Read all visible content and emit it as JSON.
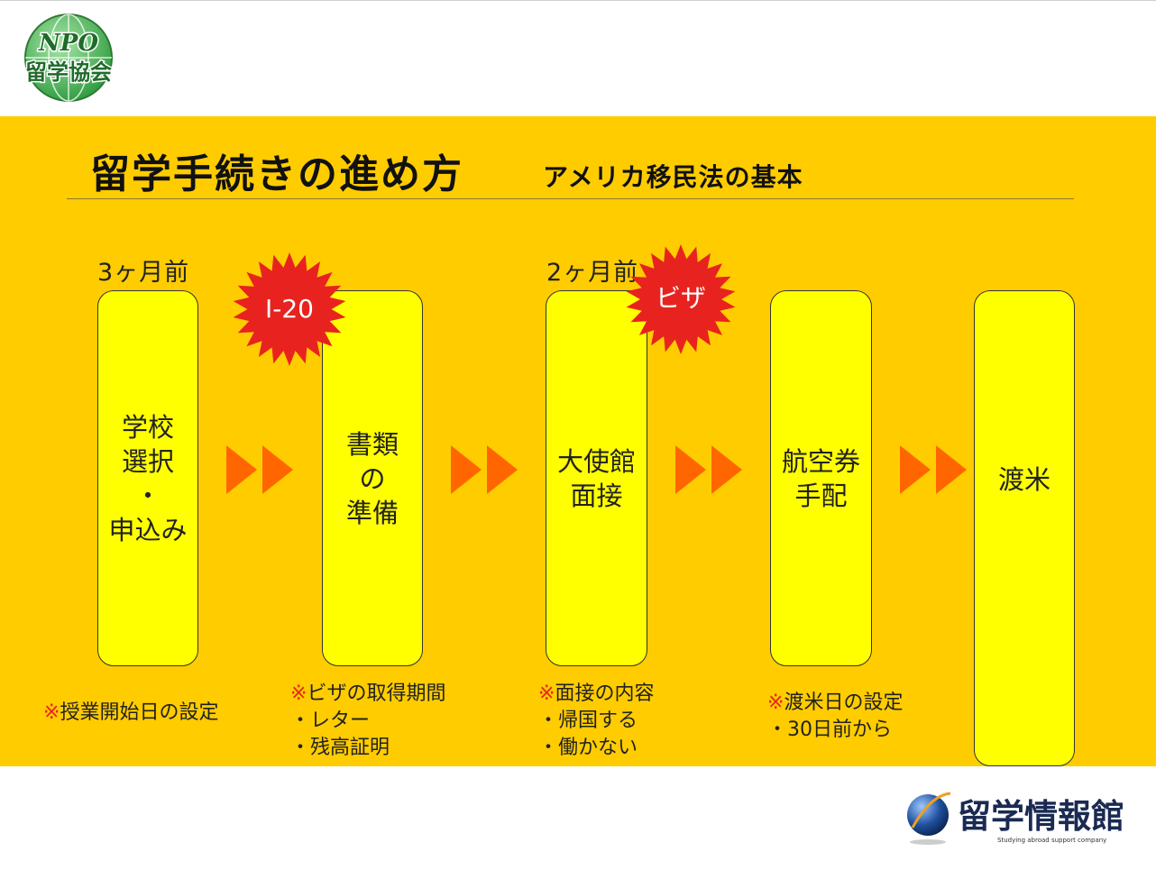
{
  "logo_npo": {
    "line1": "NPO",
    "line2": "留学協会"
  },
  "header": {
    "title": "留学手続きの進め方",
    "subtitle": "アメリカ移民法の基本"
  },
  "timings": [
    "3ヶ月前",
    "2ヶ月前"
  ],
  "steps": [
    {
      "label": "学校\n選択\n・\n申込み"
    },
    {
      "label": "書類\nの\n準備"
    },
    {
      "label": "大使館\n面接"
    },
    {
      "label": "航空券\n手配"
    },
    {
      "label": "渡米"
    }
  ],
  "badges": [
    "I-20",
    "ビザ"
  ],
  "notes": [
    {
      "mark": "※",
      "head": "授業開始日の設定",
      "lines": []
    },
    {
      "mark": "※",
      "head": "ビザの取得期間",
      "lines": [
        "・レター",
        "・残高証明"
      ]
    },
    {
      "mark": "※",
      "head": "面接の内容",
      "lines": [
        "・帰国する",
        "・働かない"
      ]
    },
    {
      "mark": "※",
      "head": "渡米日の設定",
      "lines": [
        "・30日前から"
      ]
    }
  ],
  "brand": {
    "name": "留学情報館",
    "tagline": "Studying abroad support company"
  },
  "colors": {
    "band": "#FFCC00",
    "box": "#FFFF00",
    "burst": "#E8231F",
    "arrow": "#FF6600",
    "note_mark": "#E8231F"
  }
}
